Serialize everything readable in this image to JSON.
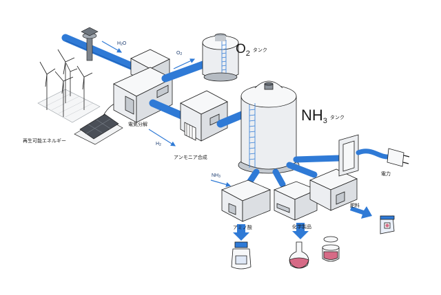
{
  "labels": {
    "renewable": "再生可能エネルギー",
    "electrolysis": "電気分解",
    "ammonia_synthesis": "アンモニア合成",
    "power": "電力",
    "fertilizer": "肥料",
    "amino_acid": "アミノ酸",
    "chemical_products": "化学製品"
  },
  "flows": {
    "water": {
      "main": "H",
      "sub": "2",
      "tail": "O"
    },
    "oxygen": {
      "main": "O",
      "sub": "2"
    },
    "hydrogen": {
      "main": "H",
      "sub": "2"
    },
    "ammonia": {
      "main": "NH",
      "sub": "3"
    }
  },
  "tanks": {
    "o2": {
      "main": "O",
      "sub": "2",
      "word": "タンク"
    },
    "nh3": {
      "main": "NH",
      "sub": "3",
      "word": "タンク"
    }
  },
  "colors": {
    "pipe": "#2f7ad6",
    "pipe_dark": "#1d5fb5",
    "outline": "#1a1a1a",
    "building_face": "#f3f4f6",
    "building_side": "#dfe2e6",
    "tank_face": "#e9ecef"
  }
}
